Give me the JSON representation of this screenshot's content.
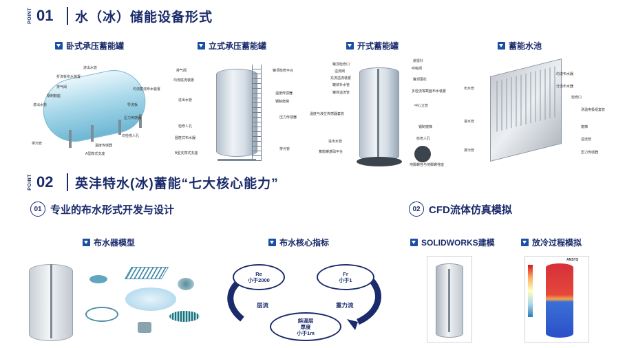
{
  "section1": {
    "point": "POINT",
    "num": "01",
    "title": "水（冰）储能设备形式"
  },
  "section2": {
    "point": "POINT",
    "num": "02",
    "title": "英沣特水(冰)蓄能“七大核心能力”"
  },
  "types": [
    {
      "title": "卧式承压蓄能罐"
    },
    {
      "title": "立式承压蓄能罐"
    },
    {
      "title": "开式蓄能罐"
    },
    {
      "title": "蓄能水池"
    }
  ],
  "horizontal_labels": [
    "进出水管",
    "折流板布水装置",
    "排气阀",
    "钢制鞍座",
    "进出水管",
    "排污管",
    "均流蓄流布水装置",
    "导流板",
    "压力传感器",
    "均检修人孔",
    "温度传感器",
    "A型鞍式支座"
  ],
  "vertical_labels": [
    "排气阀",
    "均流底流装置",
    "进出水管",
    "检修人孔",
    "圆筐式布水器",
    "B型支撑式支座",
    "罐顶检修平台",
    "温度传感器",
    "钢制爬梯",
    "压力传感器",
    "排污管"
  ],
  "open_labels": [
    "罐顶检修口",
    "溢流阀",
    "充流溢流装置",
    "罐体补水管",
    "罐体溢流管",
    "温度与液位传感器套管",
    "进出水管",
    "蓄能罐基础平台",
    "避雷针",
    "呼吸阀",
    "罐顶围栏",
    "多检流等截面布水装置",
    "中心立管",
    "钢制爬梯",
    "检修人孔",
    "地脚螺栓与地脚螺栓座"
  ],
  "pool_labels": [
    "均流布水器",
    "分流布水器",
    "检修口",
    "测温电极组套管",
    "爬梯",
    "溢流管",
    "压力传感器",
    "出水管",
    "进水管",
    "排污管"
  ],
  "sub1": {
    "num": "01",
    "title": "专业的布水形式开发与设计"
  },
  "sub2": {
    "num": "02",
    "title": "CFD流体仿真模拟"
  },
  "diffuser_title": "布水器模型",
  "core_title": "布水核心指标",
  "solidworks_title": "SOLIDWORKS建模",
  "cooling_title": "放冷过程模拟",
  "flow": {
    "re_label": "Re",
    "re_value": "小于2000",
    "fr_label": "Fr",
    "fr_value": "小于1",
    "layer_label": "层流",
    "gravity_label": "重力流",
    "thermo_line1": "斜温层",
    "thermo_line2": "厚度",
    "thermo_line3": "小于1m"
  },
  "cfd_brand": "ANSYS",
  "colors": {
    "navy": "#1a2b6b",
    "blue": "#1a4fa6",
    "teal": "#6cb6d3"
  }
}
